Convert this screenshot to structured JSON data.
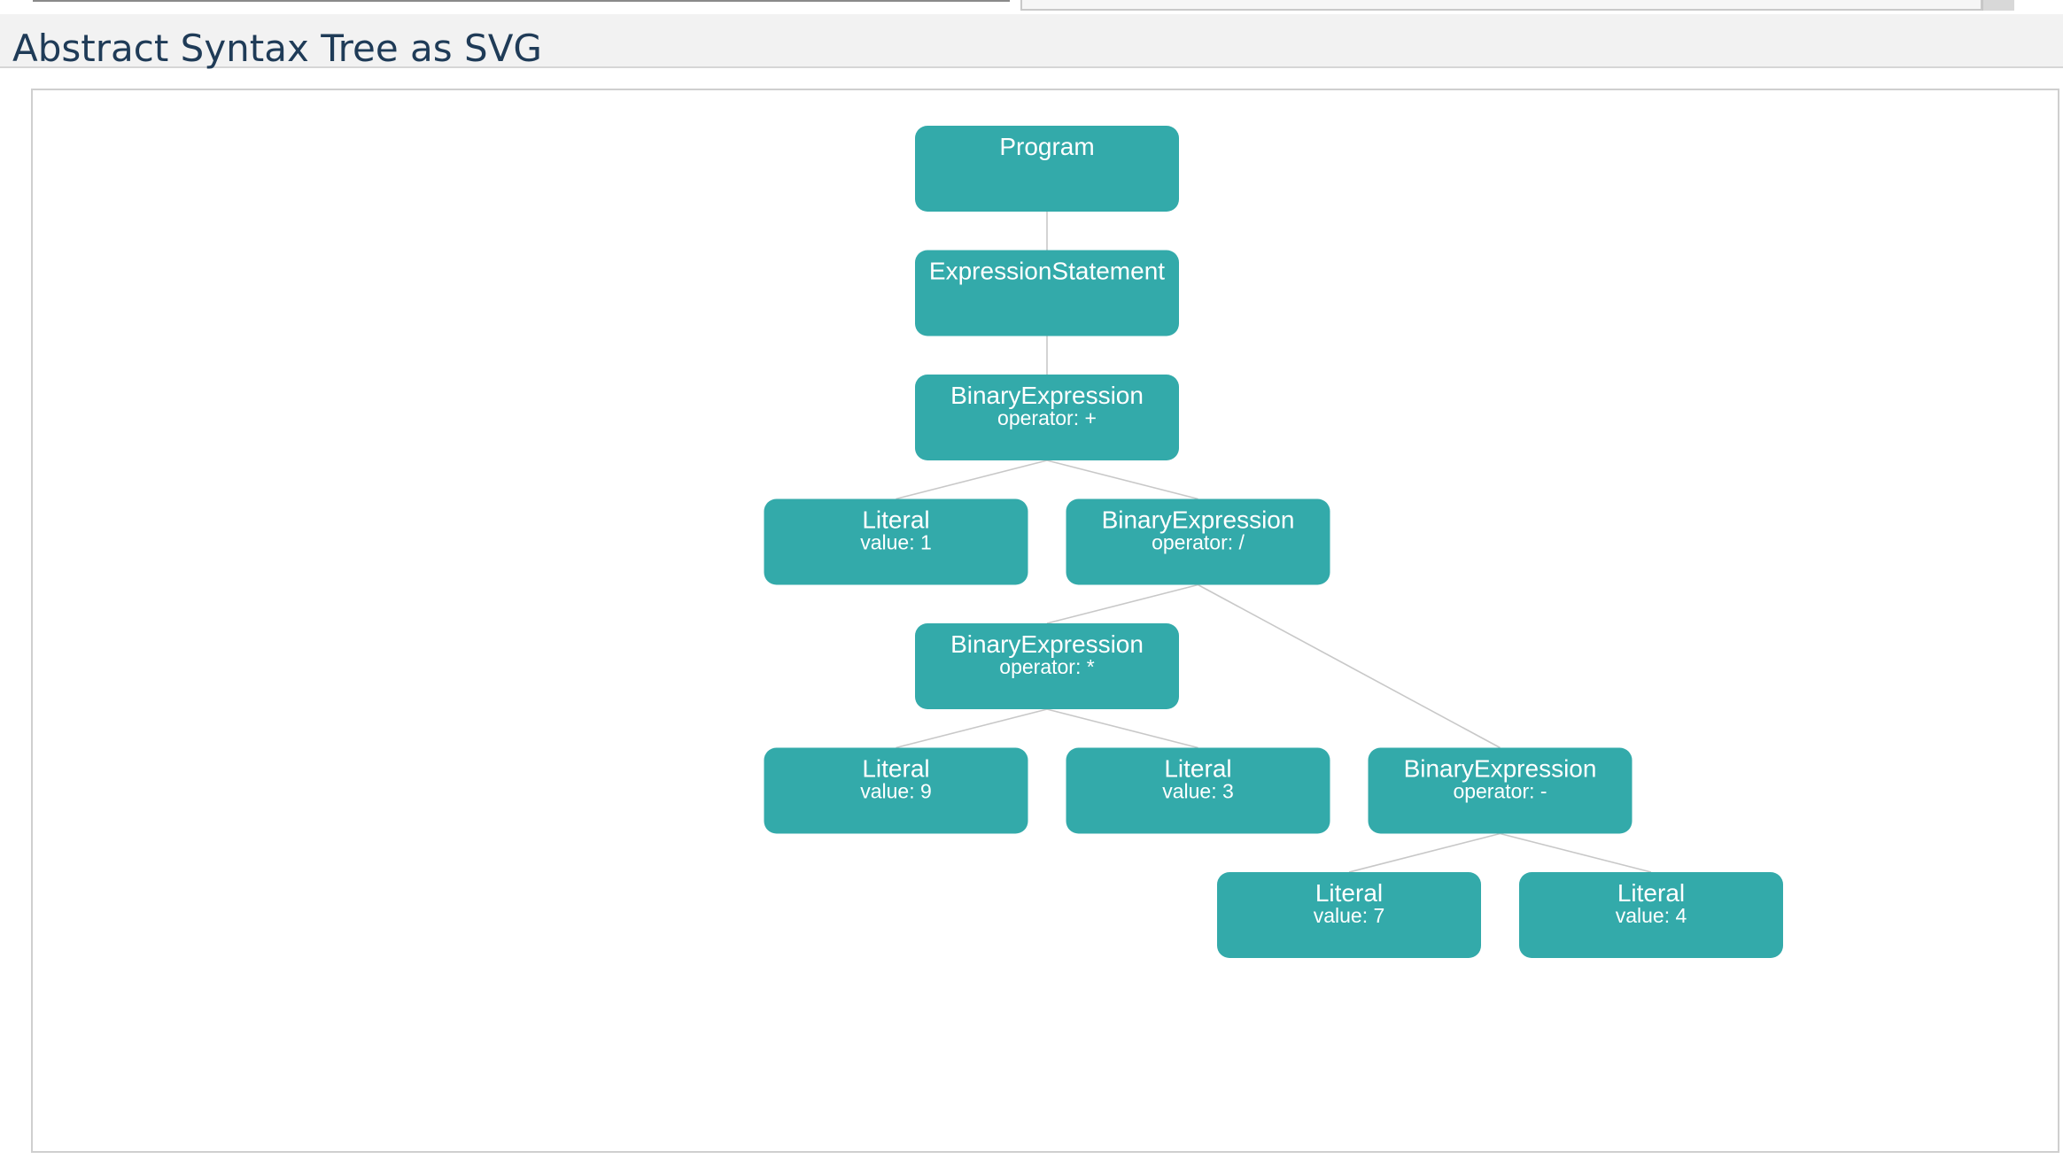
{
  "page": {
    "title": "Abstract Syntax Tree as SVG"
  },
  "colors": {
    "node_fill": "#33aaaa",
    "node_text": "#ffffff",
    "edge": "#c8c8c8",
    "title_text": "#1f3b57",
    "header_bg": "#f2f2f2"
  },
  "tree": {
    "nodes": [
      {
        "id": "program",
        "title": "Program",
        "prop": "",
        "depth": 0
      },
      {
        "id": "expression-statement",
        "title": "ExpressionStatement",
        "prop": "",
        "depth": 1,
        "parent": "program"
      },
      {
        "id": "binary-plus",
        "title": "BinaryExpression",
        "prop": "operator: +",
        "depth": 2,
        "parent": "expression-statement"
      },
      {
        "id": "literal-1",
        "title": "Literal",
        "prop": "value: 1",
        "depth": 3,
        "parent": "binary-plus"
      },
      {
        "id": "binary-divide",
        "title": "BinaryExpression",
        "prop": "operator: /",
        "depth": 3,
        "parent": "binary-plus"
      },
      {
        "id": "binary-multiply",
        "title": "BinaryExpression",
        "prop": "operator: *",
        "depth": 4,
        "parent": "binary-divide"
      },
      {
        "id": "literal-9",
        "title": "Literal",
        "prop": "value: 9",
        "depth": 5,
        "parent": "binary-multiply"
      },
      {
        "id": "literal-3",
        "title": "Literal",
        "prop": "value: 3",
        "depth": 5,
        "parent": "binary-multiply"
      },
      {
        "id": "binary-minus",
        "title": "BinaryExpression",
        "prop": "operator: -",
        "depth": 5,
        "parent": "binary-divide"
      },
      {
        "id": "literal-7",
        "title": "Literal",
        "prop": "value: 7",
        "depth": 6,
        "parent": "binary-minus"
      },
      {
        "id": "literal-4",
        "title": "Literal",
        "prop": "value: 4",
        "depth": 6,
        "parent": "binary-minus"
      }
    ]
  }
}
